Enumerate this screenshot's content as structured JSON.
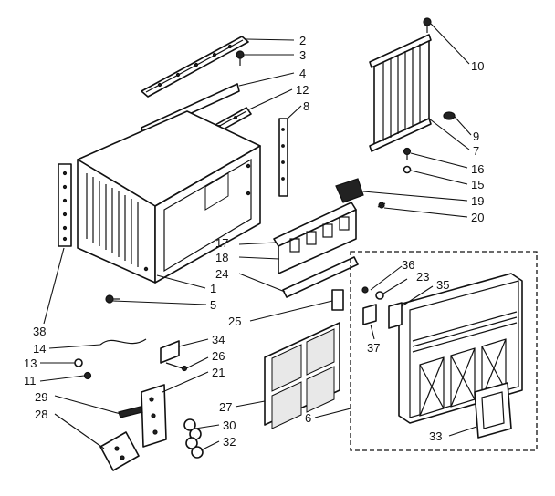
{
  "callouts": [
    "2",
    "3",
    "4",
    "12",
    "8",
    "10",
    "9",
    "7",
    "16",
    "15",
    "19",
    "20",
    "17",
    "18",
    "24",
    "1",
    "5",
    "38",
    "25",
    "36",
    "23",
    "35",
    "37",
    "14",
    "34",
    "13",
    "26",
    "11",
    "21",
    "29",
    "27",
    "6",
    "28",
    "30",
    "32",
    "33"
  ],
  "colors": {
    "ink": "#111111",
    "paper": "#ffffff"
  }
}
